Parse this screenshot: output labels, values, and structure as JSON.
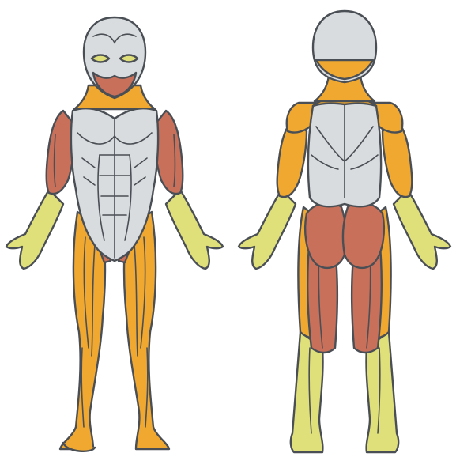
{
  "figure": {
    "views": [
      {
        "view": "front",
        "highlighted_regions": {
          "primary": [
            "chest-sides-deltoids",
            "biceps",
            "jaw"
          ],
          "secondary": [
            "neck",
            "thighs",
            "shins",
            "feet"
          ],
          "tertiary": [
            "forearms",
            "hands",
            "eyes"
          ]
        }
      },
      {
        "view": "back",
        "highlighted_regions": {
          "primary": [
            "glutes",
            "hamstrings"
          ],
          "secondary": [
            "upper-trapezius",
            "rear-deltoids",
            "triceps",
            "outer-thighs"
          ],
          "tertiary": [
            "forearms",
            "hands",
            "calves"
          ]
        }
      }
    ]
  },
  "colors": {
    "primary": "#c8705a",
    "secondary": "#f0a830",
    "tertiary": "#e0e07a",
    "inactive": "#d9dcde",
    "outline": "#4a4f55",
    "background": "#ffffff"
  }
}
